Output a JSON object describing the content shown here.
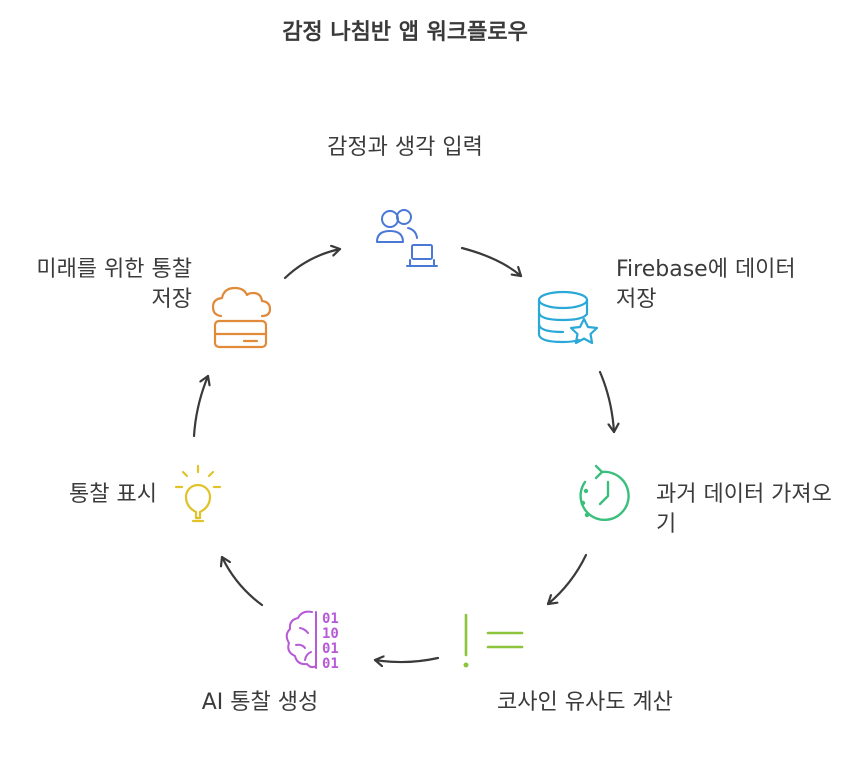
{
  "title": "감정 나침반 앱 워크플로우",
  "steps": [
    {
      "label": "감정과 생각 입력",
      "icon": "user-laptop-icon",
      "color": "#4a78d6"
    },
    {
      "label": "Firebase에 데이터 저장",
      "icon": "database-star-icon",
      "color": "#2aa8d8"
    },
    {
      "label": "과거 데이터 가져오기",
      "icon": "history-clock-icon",
      "color": "#3bbf7c"
    },
    {
      "label": "코사인 유사도 계산",
      "icon": "equals-not-icon",
      "color": "#8cc43c"
    },
    {
      "label": "AI 통찰 생성",
      "icon": "brain-binary-icon",
      "color": "#b65ad6"
    },
    {
      "label": "통찰 표시",
      "icon": "lightbulb-icon",
      "color": "#e0c22a"
    },
    {
      "label": "미래를 위한 통찰 저장",
      "icon": "cloud-storage-icon",
      "color": "#e08a3a"
    }
  ],
  "arrow_color": "#3a3a3a"
}
